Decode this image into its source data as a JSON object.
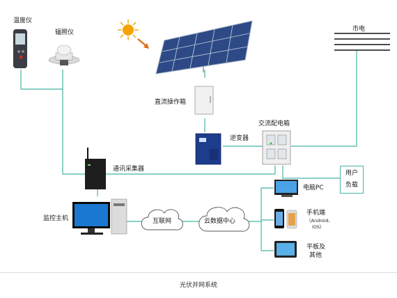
{
  "diagram": {
    "caption": "光伏并网系统",
    "nodes": {
      "thermometer": "温度仪",
      "irradiometer": "辐照仪",
      "dc_box": "直流操作箱",
      "inverter": "逆变器",
      "ac_box": "交流配电箱",
      "grid": "市电",
      "user_load": [
        "用户",
        "负载"
      ],
      "comm_collector": "通讯采集器",
      "monitor_host": "监控主机",
      "internet": "互联网",
      "cloud": "云数据中心",
      "pc": "电脑PC",
      "phone": "手机端",
      "phone_sub1": "（Android,",
      "phone_sub2": "iOS）",
      "tablet_line1": "平板及",
      "tablet_line2": "其他"
    },
    "colors": {
      "line": "#45b5a3",
      "panel": "#2d4a86",
      "sun": "#f5a300"
    }
  }
}
